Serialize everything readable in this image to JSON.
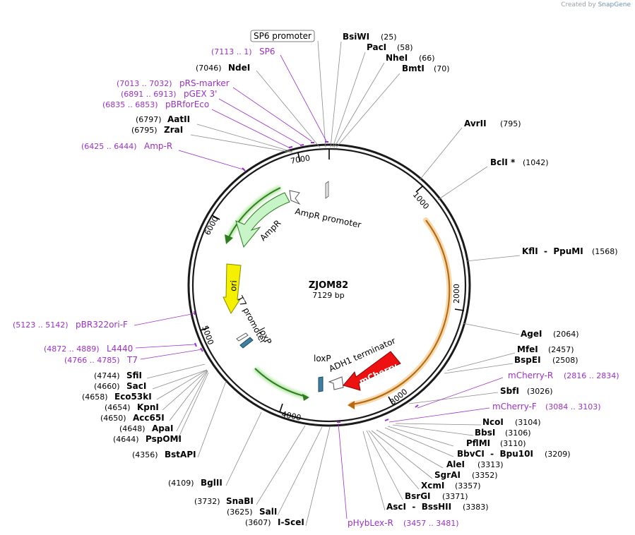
{
  "credit": {
    "prefix": "Created by",
    "brand": "SnapGene"
  },
  "plasmid": {
    "name": "ZJOM82",
    "length": "7129 bp"
  },
  "ticks": [
    "1000",
    "2000",
    "3000",
    "4000",
    "5000",
    "6000",
    "7000"
  ],
  "features": {
    "sp6_promoter": "SP6 promoter",
    "ampr_promoter": "AmpR promoter",
    "ampr": "AmpR",
    "ori": "ori",
    "t7_promoter": "T7 promoter",
    "loxp_left": "loxP",
    "loxp_right": "loxP",
    "adh1_terminator": "ADH1 terminator",
    "mcherry": "mCherry"
  },
  "enzymes": {
    "bsiwi": {
      "name": "BsiWI",
      "pos": "(25)"
    },
    "paci": {
      "name": "PacI",
      "pos": "(58)"
    },
    "nhei": {
      "name": "NheI",
      "pos": "(66)"
    },
    "bmti": {
      "name": "BmtI",
      "pos": "(70)"
    },
    "avrii": {
      "name": "AvrII",
      "pos": "(795)"
    },
    "bcli": {
      "name": "BclI *",
      "pos": "(1042)"
    },
    "kfli": {
      "name": "KflI  -  PpuMI",
      "pos": "(1568)"
    },
    "agei": {
      "name": "AgeI",
      "pos": "(2064)"
    },
    "mfei": {
      "name": "MfeI",
      "pos": "(2457)"
    },
    "bspei": {
      "name": "BspEI",
      "pos": "(2508)"
    },
    "sbfi": {
      "name": "SbfI",
      "pos": "(3026)"
    },
    "ncoi": {
      "name": "NcoI",
      "pos": "(3104)"
    },
    "bbsi": {
      "name": "BbsI",
      "pos": "(3106)"
    },
    "pflmi": {
      "name": "PflMI",
      "pos": "(3110)"
    },
    "bbvci": {
      "name": "BbvCI  -  Bpu10I",
      "pos": "(3209)"
    },
    "alei": {
      "name": "AleI",
      "pos": "(3313)"
    },
    "sgrai": {
      "name": "SgrAI",
      "pos": "(3352)"
    },
    "xcmi": {
      "name": "XcmI",
      "pos": "(3357)"
    },
    "bsrgi": {
      "name": "BsrGI",
      "pos": "(3371)"
    },
    "asci": {
      "name": "AscI  -  BssHII",
      "pos": "(3383)"
    },
    "iscei": {
      "name": "I-SceI",
      "pos": "(3607)"
    },
    "sali": {
      "name": "SalI",
      "pos": "(3625)"
    },
    "snabi": {
      "name": "SnaBI",
      "pos": "(3732)"
    },
    "bglii": {
      "name": "BglII",
      "pos": "(4109)"
    },
    "bstapi": {
      "name": "BstAPI",
      "pos": "(4356)"
    },
    "pspomi": {
      "name": "PspOMI",
      "pos": "(4644)"
    },
    "apai": {
      "name": "ApaI",
      "pos": "(4648)"
    },
    "acc65i": {
      "name": "Acc65I",
      "pos": "(4650)"
    },
    "kpni": {
      "name": "KpnI",
      "pos": "(4654)"
    },
    "eco53ki": {
      "name": "Eco53kI",
      "pos": "(4658)"
    },
    "saci": {
      "name": "SacI",
      "pos": "(4660)"
    },
    "sfii": {
      "name": "SfiI",
      "pos": "(4744)"
    },
    "zrai": {
      "name": "ZraI",
      "pos": "(6795)"
    },
    "aatii": {
      "name": "AatII",
      "pos": "(6797)"
    },
    "ndei": {
      "name": "NdeI",
      "pos": "(7046)"
    }
  },
  "primers": {
    "sp6": {
      "name": "SP6",
      "pos": "(7113 .. 1)"
    },
    "prs_marker": {
      "name": "pRS-marker",
      "pos": "(7013 .. 7032)"
    },
    "pgex3": {
      "name": "pGEX 3'",
      "pos": "(6891 .. 6913)"
    },
    "pbrforeco": {
      "name": "pBRforEco",
      "pos": "(6835 .. 6853)"
    },
    "ampr_primer": {
      "name": "Amp-R",
      "pos": "(6425 .. 6444)"
    },
    "pbr322ori": {
      "name": "pBR322ori-F",
      "pos": "(5123 .. 5142)"
    },
    "l4440": {
      "name": "L4440",
      "pos": "(4872 .. 4889)"
    },
    "t7": {
      "name": "T7",
      "pos": "(4766 .. 4785)"
    },
    "mcherry_r": {
      "name": "mCherry-R",
      "pos": "(2816 .. 2834)"
    },
    "mcherry_f": {
      "name": "mCherry-F",
      "pos": "(3084 .. 3103)"
    },
    "phyblex": {
      "name": "pHybLex-R",
      "pos": "(3457 .. 3481)"
    }
  },
  "colors": {
    "backbone": "#1a1a1a",
    "primer": "#9b30c8",
    "ampr_fill": "#c8f5c8",
    "ampr_stroke": "#2e7d1e",
    "ori_fill": "#f5f000",
    "mcherry_fill": "#ee1111",
    "mcherry_orf": "#d98a1a",
    "loxp_fill": "#3f7fa0"
  }
}
